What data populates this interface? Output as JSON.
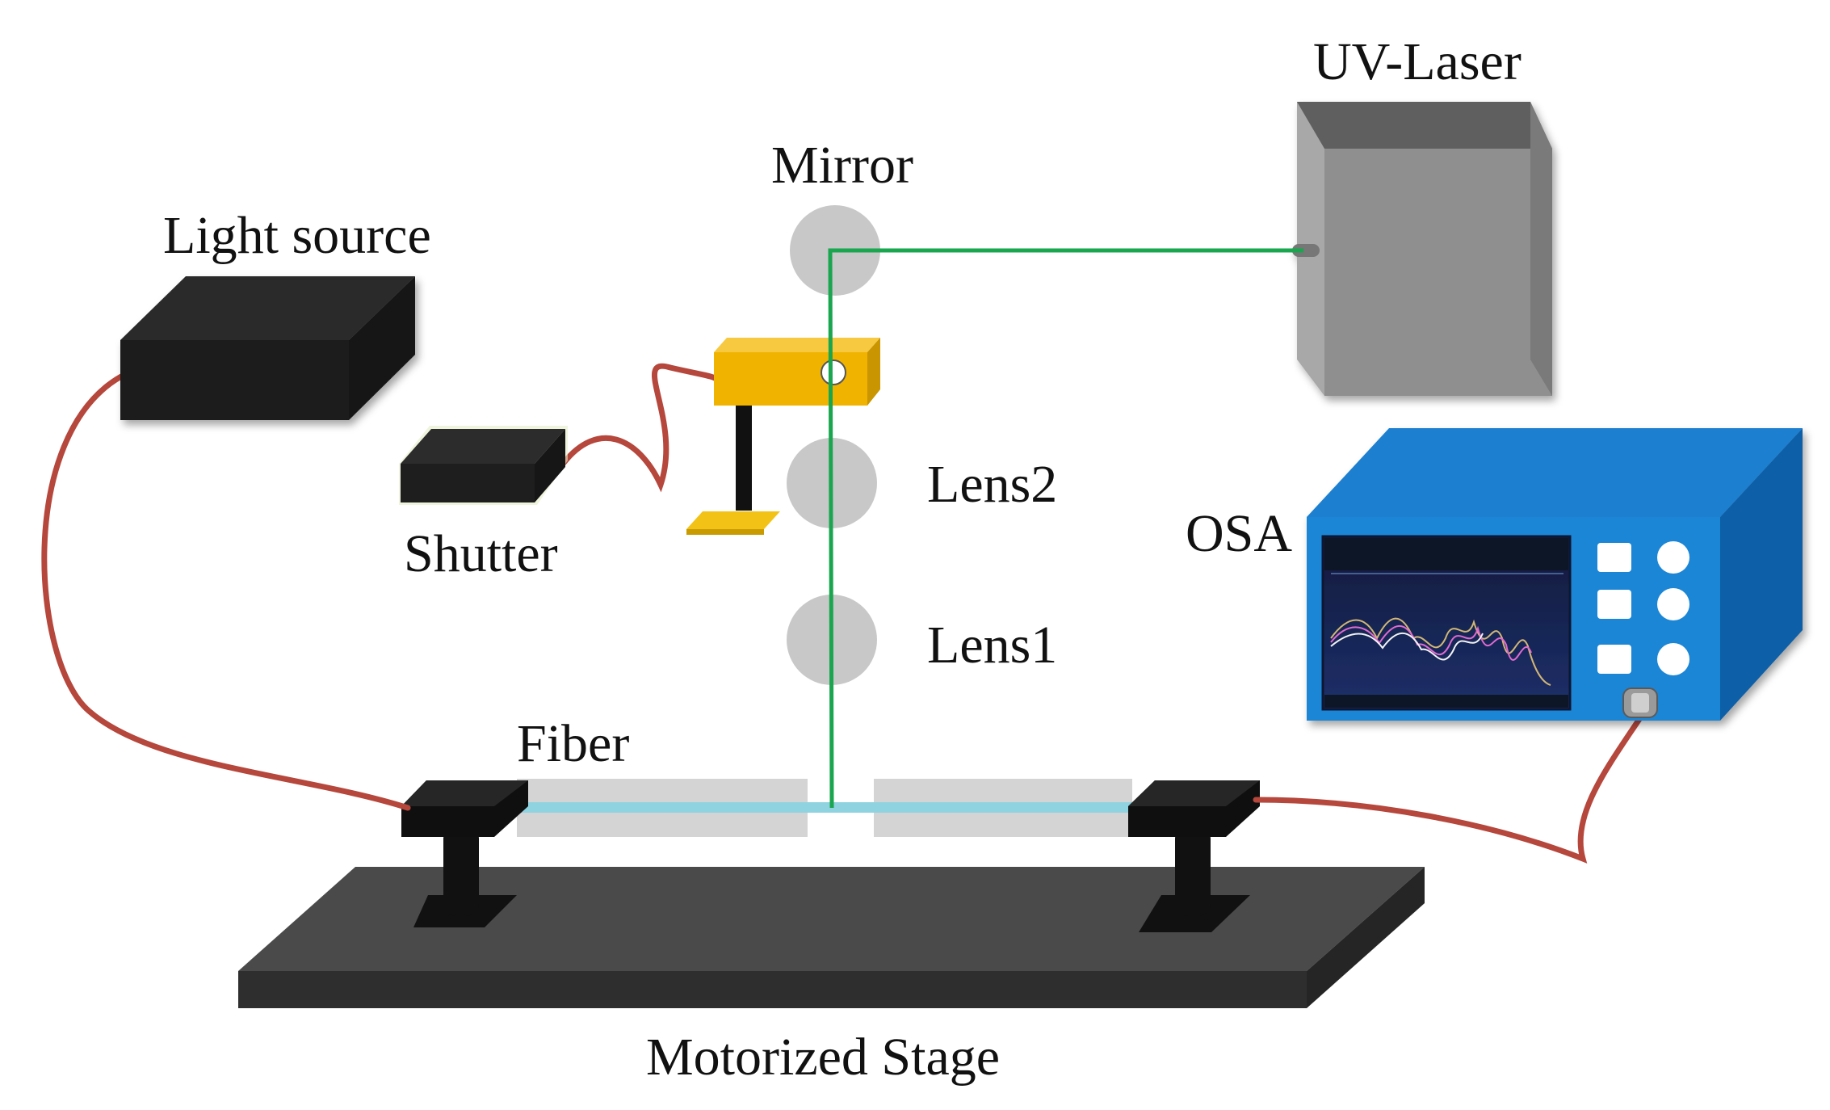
{
  "labels": {
    "uv_laser": "UV-Laser",
    "mirror": "Mirror",
    "light_source": "Light source",
    "shutter": "Shutter",
    "lens2": "Lens2",
    "lens1": "Lens1",
    "osa": "OSA",
    "fiber": "Fiber",
    "motorized_stage": "Motorized Stage"
  },
  "colors": {
    "uv_beam": "#1aa54f",
    "cable": "#b5473c",
    "fiber": "#8fd3e0",
    "holder": "#f0b400",
    "osa_blue": "#1f86d6",
    "stage": "#4a4a4a",
    "box_dark": "#1e1e1e",
    "laser_grey": "#8f8f8f"
  },
  "icons": {
    "osa_buttons": [
      "square-button",
      "circle-button",
      "square-button",
      "circle-button",
      "square-button",
      "circle-button"
    ],
    "osa_connector": "fiber-connector-icon"
  }
}
